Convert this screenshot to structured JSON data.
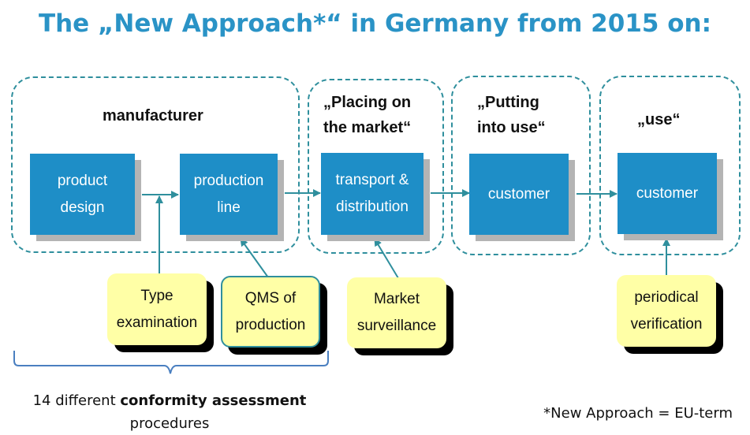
{
  "title": "The „New Approach*“  in Germany from 2015 on:",
  "groups": {
    "manufacturer": "manufacturer",
    "placing": "„Placing on\nthe market“",
    "putting": "„Putting\ninto use“",
    "use": "„use“"
  },
  "boxes": {
    "product_design": "product\ndesign",
    "production_line": "production\nline",
    "transport": "transport &\ndistribution",
    "customer_1": "customer",
    "customer_2": "customer"
  },
  "notes": {
    "type_examination": "Type\nexamination",
    "qms": "QMS of\nproduction",
    "market_surveillance": "Market\nsurveillance",
    "periodical_verification": "periodical\nverification"
  },
  "conformity": {
    "prefix": "14 different ",
    "bold": "conformity assessment",
    "suffix": "procedures"
  },
  "footnote": "*New Approach = EU-term",
  "colors": {
    "title": "#2a93c6",
    "box": "#1e8ec7",
    "note": "#ffffa6",
    "dashed_border": "#2f8f9d",
    "arrow": "#2f8f9d",
    "brace": "#4a7fc0"
  }
}
